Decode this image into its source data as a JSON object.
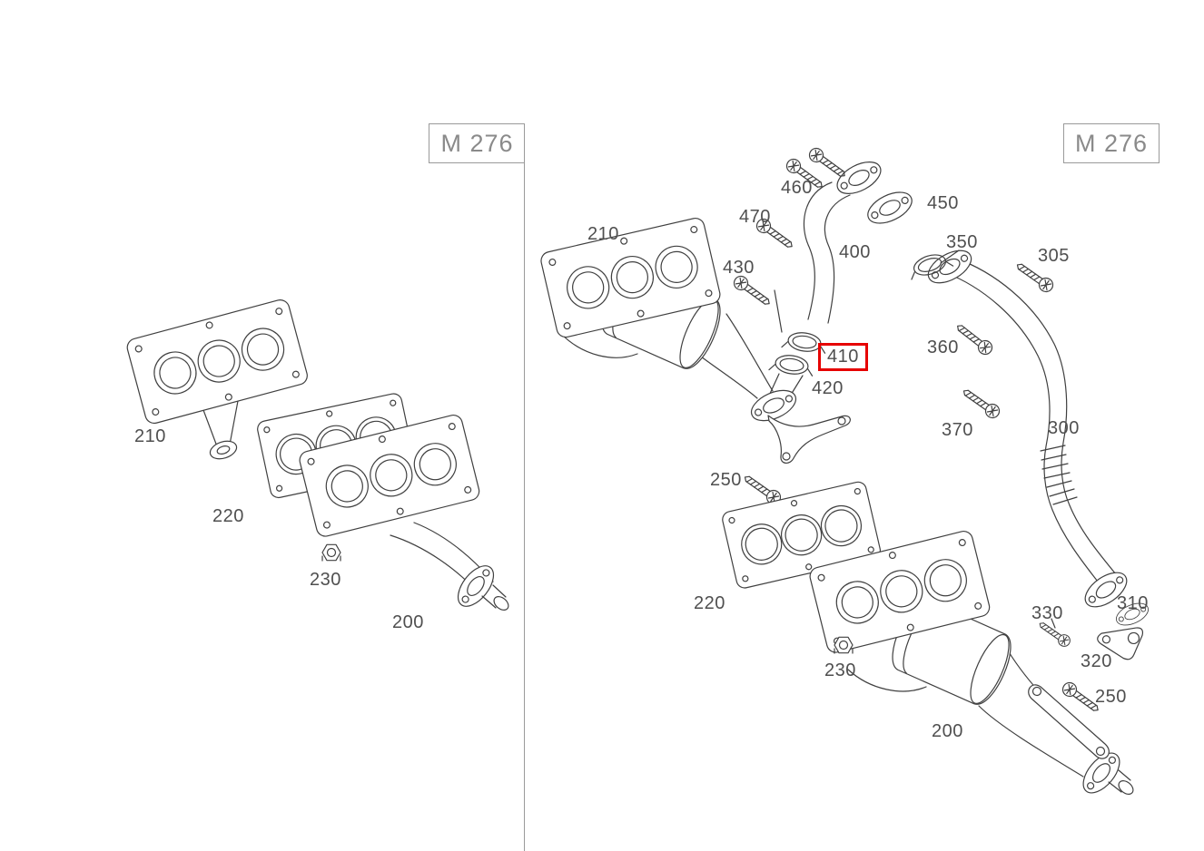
{
  "diagram": {
    "left_panel": {
      "code": "M 276",
      "labels": [
        "210",
        "220",
        "230",
        "200"
      ]
    },
    "right_panel": {
      "code": "M 276",
      "labels": [
        "460",
        "450",
        "470",
        "210",
        "430",
        "400",
        "350",
        "305",
        "410",
        "420",
        "360",
        "370",
        "300",
        "250",
        "220",
        "330",
        "310",
        "320",
        "230",
        "200",
        "250"
      ]
    },
    "highlight": {
      "part": "410",
      "color": "#e60000"
    },
    "colors": {
      "line": "#404040",
      "label": "#4f4f4f",
      "frame": "#9a9a9a",
      "code_text": "#8a8a8a"
    }
  }
}
